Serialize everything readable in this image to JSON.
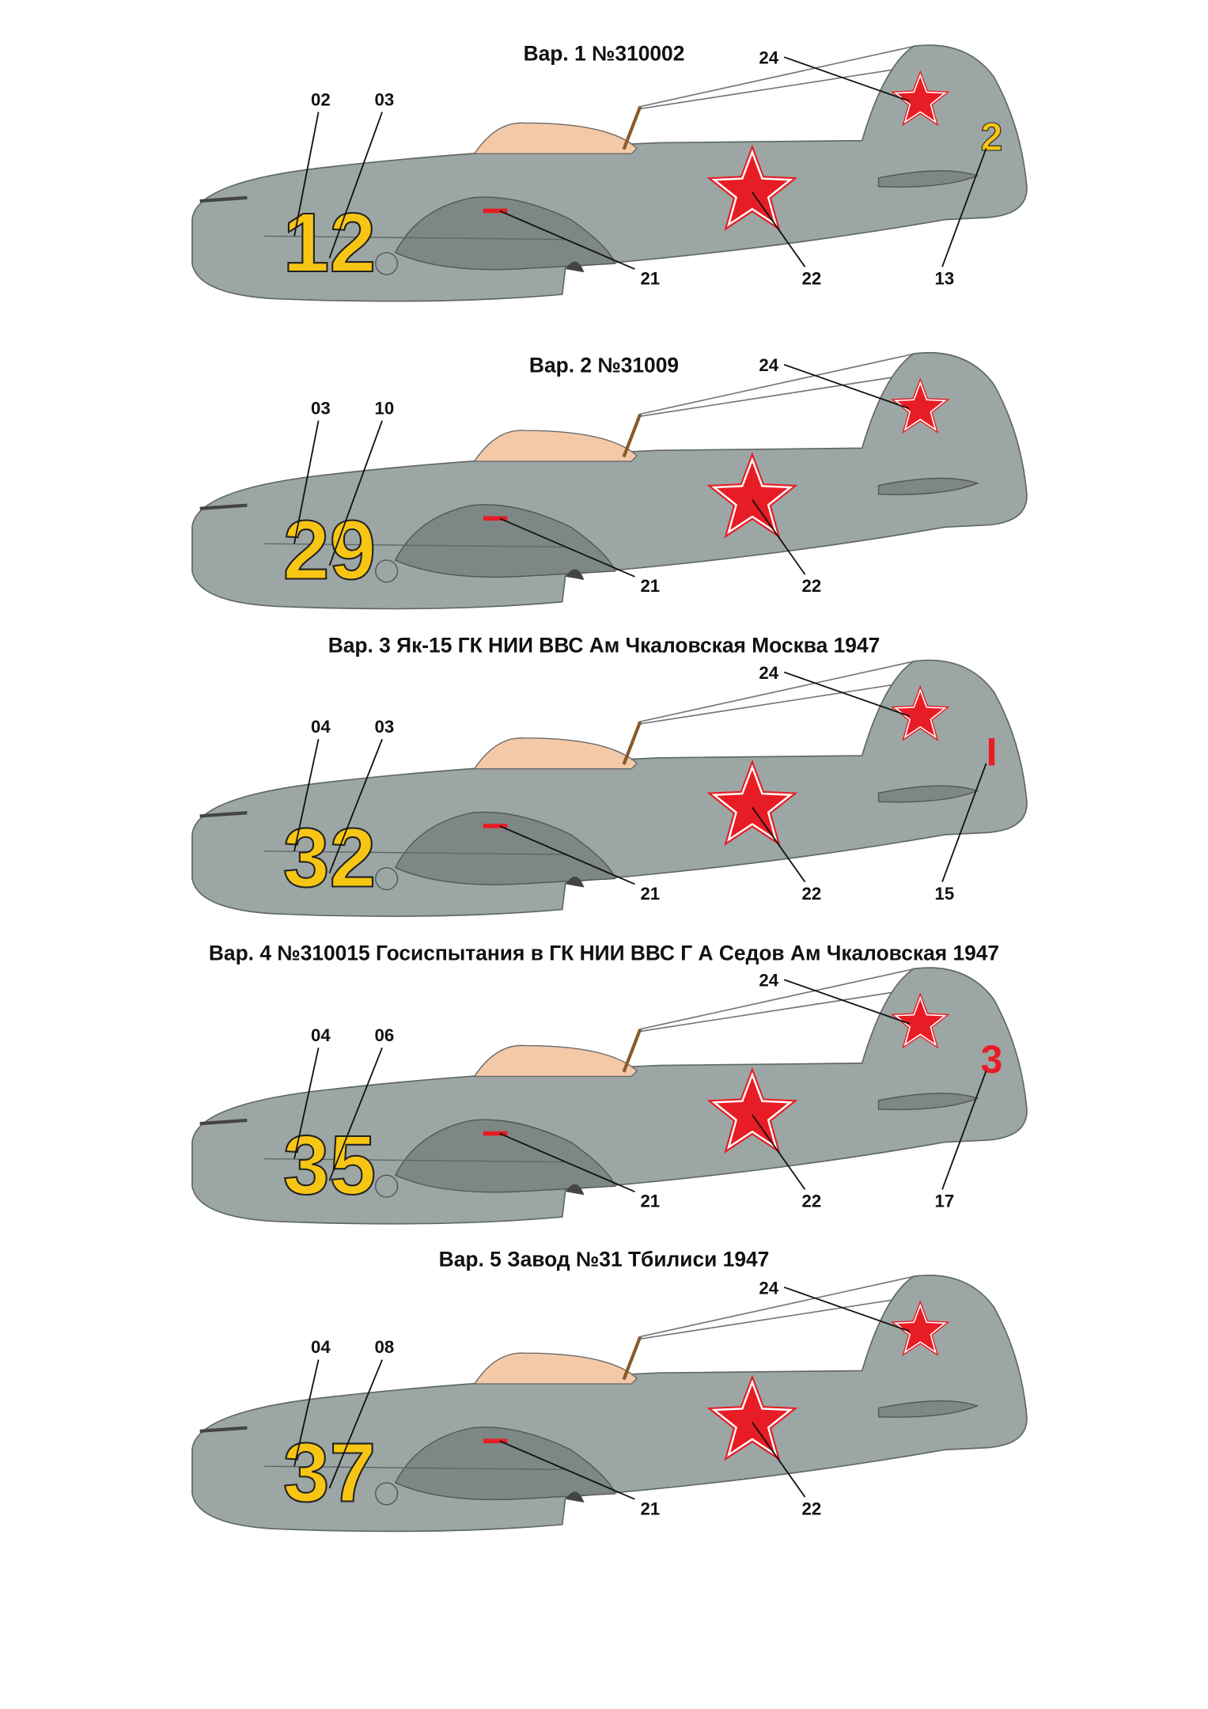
{
  "colors": {
    "fuselage": "#9ca6a4",
    "panel": "#7d8785",
    "canopy": "#f4c9a8",
    "star_red": "#e81c24",
    "number_yellow": "#f7c614",
    "tail_red": "#e81c24"
  },
  "variants": [
    {
      "title": "Вар. 1 №310002",
      "nose_number": "12",
      "nose_callouts": [
        "02",
        "03"
      ],
      "tail_number": "2",
      "tail_color": "yellow",
      "tail_callout": "13",
      "callouts": {
        "wing": "21",
        "star": "22",
        "fin": "24"
      }
    },
    {
      "title": "Вар. 2 №31009",
      "nose_number": "29",
      "nose_callouts": [
        "03",
        "10"
      ],
      "tail_number": null,
      "tail_callout": null,
      "callouts": {
        "wing": "21",
        "star": "22",
        "fin": "24"
      }
    },
    {
      "title": "Вар. 3 Як-15 ГК НИИ ВВС Ам Чкаловская Москва 1947",
      "nose_number": "32",
      "nose_callouts": [
        "04",
        "03"
      ],
      "tail_number": "I",
      "tail_color": "red",
      "tail_callout": "15",
      "callouts": {
        "wing": "21",
        "star": "22",
        "fin": "24"
      }
    },
    {
      "title": "Вар. 4  №310015 Госиспытания в ГК НИИ ВВС Г А Седов Ам Чкаловская 1947",
      "nose_number": "35",
      "nose_callouts": [
        "04",
        "06"
      ],
      "tail_number": "3",
      "tail_color": "red",
      "tail_callout": "17",
      "callouts": {
        "wing": "21",
        "star": "22",
        "fin": "24"
      }
    },
    {
      "title": "Вар. 5 Завод №31 Тбилиси 1947",
      "nose_number": "37",
      "nose_callouts": [
        "04",
        "08"
      ],
      "tail_number": null,
      "tail_callout": null,
      "callouts": {
        "wing": "21",
        "star": "22",
        "fin": "24"
      }
    }
  ]
}
